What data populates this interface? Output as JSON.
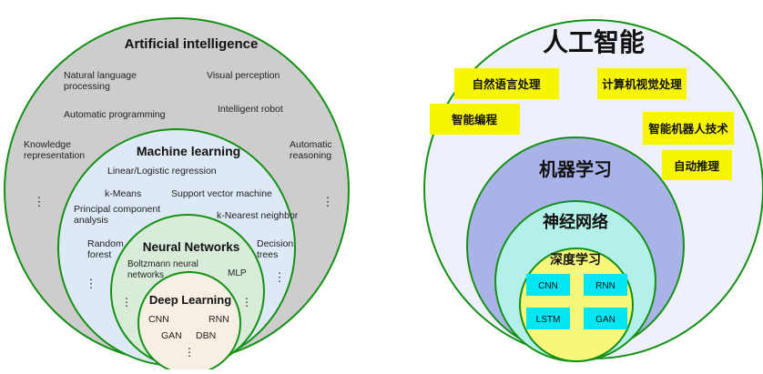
{
  "colors": {
    "outer_gray": "#cdcdcd",
    "ml_blue": "#dde9f6",
    "nn_green": "#d9ecd9",
    "dl_beige": "#f7efe3",
    "right_outer": "#eef0fb",
    "right_ml": "#a9b3e9",
    "right_nn": "#b3f0e9",
    "right_dl": "#f8f77a",
    "green_ring": "#149114",
    "yellow_box": "#f7f500",
    "cyan_box": "#00e7f3"
  },
  "left_diagram": {
    "ai": {
      "title": "Artificial intelligence",
      "items": [
        "Natural language",
        "processing",
        "Visual perception",
        "Automatic programming",
        "Intelligent robot",
        "Knowledge",
        "representation",
        "Automatic",
        "reasoning",
        "⋮",
        "⋮"
      ]
    },
    "ml": {
      "title": "Machine learning",
      "items": [
        "Linear/Logistic regression",
        "k-Means",
        "Support vector machine",
        "Principal component",
        "analysis",
        "k-Nearest neighbor",
        "Random",
        "forest",
        "Decision",
        "trees",
        "⋮",
        "⋮"
      ]
    },
    "nn": {
      "title": "Neural Networks",
      "items": [
        "Boltzmann neural",
        "networks",
        "MLP",
        "⋮",
        "⋮"
      ]
    },
    "dl": {
      "title": "Deep Learning",
      "items": [
        "CNN",
        "RNN",
        "GAN",
        "DBN",
        "⋮"
      ]
    }
  },
  "right_diagram": {
    "ai_title": "人工智能",
    "ai_boxes": [
      "自然语言处理",
      "计算机视觉处理",
      "智能编程",
      "智能机器人技术",
      "自动推理"
    ],
    "ml_title": "机器学习",
    "nn_title": "神经网络",
    "dl_title": "深度学习",
    "dl_boxes": [
      "CNN",
      "RNN",
      "LSTM",
      "GAN"
    ]
  }
}
